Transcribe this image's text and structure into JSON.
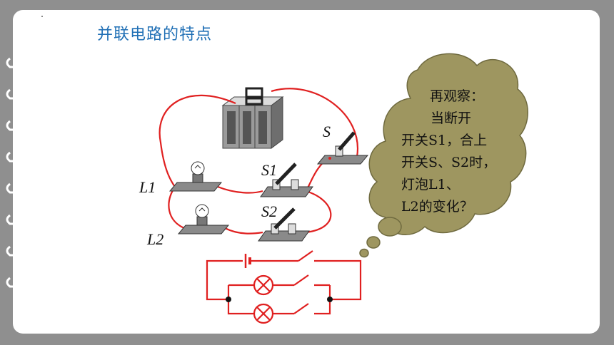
{
  "title": "并联电路的特点",
  "labels": {
    "s": "S",
    "s1": "S1",
    "s2": "S2",
    "l1": "L1",
    "l2": "L2"
  },
  "bubble": {
    "lines": [
      "再观察：",
      "　当断开",
      "开关S1，合上",
      "开关S、S2时，",
      "灯泡L1、",
      "L2的变化？"
    ]
  },
  "colors": {
    "title": "#1f6fb5",
    "wire": "#e02020",
    "bubble_fill": "#9e9660",
    "background": "#8f8f8f"
  }
}
